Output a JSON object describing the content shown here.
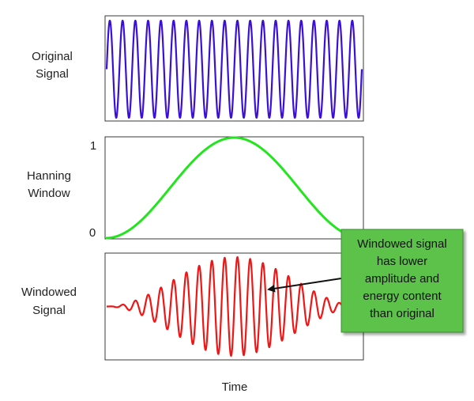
{
  "chart_data": [
    {
      "type": "line",
      "row_label": [
        "Original",
        "Signal"
      ],
      "signal": "sine",
      "cycles": 20,
      "amplitude": 1,
      "x_range": [
        0,
        1
      ],
      "color": "#3b10d6"
    },
    {
      "type": "line",
      "row_label": [
        "Hanning",
        "Window"
      ],
      "signal": "hanning",
      "ylim": [
        0,
        1
      ],
      "yticks": [
        "1",
        "0"
      ],
      "x_range": [
        0,
        1
      ],
      "color": "#22e51d"
    },
    {
      "type": "line",
      "row_label": [
        "Windowed",
        "Signal"
      ],
      "signal": "sine x hanning",
      "cycles": 20,
      "x_range": [
        0,
        1
      ],
      "color": "#f01616"
    }
  ],
  "xlabel": "Time",
  "annotation": {
    "lines": [
      "Windowed signal",
      "has lower",
      "amplitude and",
      "energy content",
      "than original"
    ],
    "box_color": "#5cc24a",
    "arrow_color": "#111111"
  }
}
